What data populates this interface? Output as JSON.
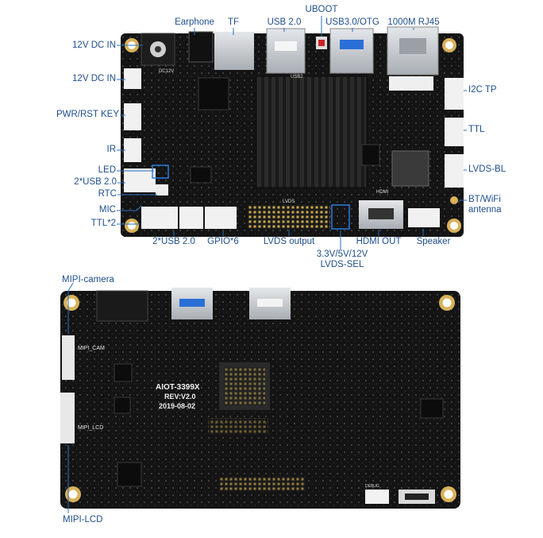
{
  "top_board": {
    "labels": {
      "dc_in_1": "12V DC IN",
      "earphone": "Earphone",
      "tf": "TF",
      "usb2": "USB 2.0",
      "uboot": "UBOOT",
      "usb3_otg": "USB3.0/OTG",
      "rj45": "1000M RJ45",
      "dc_in_2": "12V DC IN",
      "pwr_rst": "PWR/RST KEY",
      "ir": "IR",
      "led": "LED",
      "usb2_x2_left": "2*USB 2.0",
      "rtc": "RTC",
      "mic": "MIC",
      "ttl_x2": "TTL*2",
      "i2c_tp": "I2C TP",
      "ttl": "TTL",
      "lvds_bl": "LVDS-BL",
      "bt_wifi_line1": "BT/WiFi",
      "bt_wifi_line2": "antenna",
      "usb2_x2_bottom": "2*USB 2.0",
      "gpio": "GPIO*6",
      "lvds_output": "LVDS output",
      "hdmi_out": "HDMI OUT",
      "speaker": "Speaker",
      "lvds_sel_line1": "3.3V/5V/12V",
      "lvds_sel_line2": "LVDS-SEL"
    },
    "silkscreen": {
      "dc12v": "DC12V",
      "usb2": "USB2",
      "lvds": "LVDS",
      "hdmi": "HDMI"
    }
  },
  "bottom_board": {
    "labels": {
      "mipi_camera": "MIPI-camera",
      "mipi_lcd": "MIPI-LCD"
    },
    "silkscreen": {
      "model": "AIOT-3399X",
      "rev": "REV:V2.0",
      "date": "2019-08-02",
      "mipi_cam": "MIPI_CAM",
      "mipi_lcd": "MIPI_LCD",
      "debug": "DEBUG"
    }
  },
  "colors": {
    "label": "#1f4e8c",
    "leader": "#2a6fc0",
    "pcb": "#141414",
    "connector_white": "#f1f1f1",
    "metal": "#c8ccd2",
    "highlight_box": "#2a7de1"
  }
}
